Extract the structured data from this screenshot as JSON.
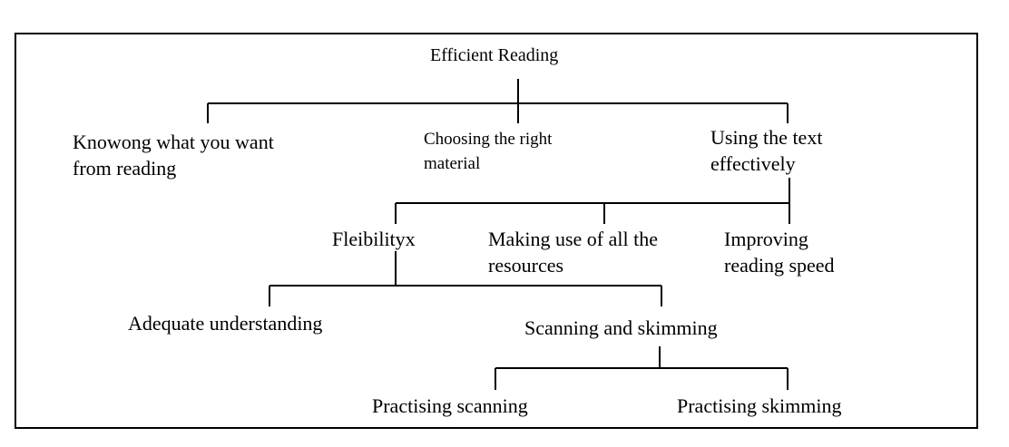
{
  "diagram": {
    "root": {
      "label": "Efficient Reading"
    },
    "level1": {
      "knowing": {
        "lines": [
          "Knowong what you want",
          "from reading"
        ]
      },
      "choosing": {
        "lines": [
          "Choosing the right",
          "material"
        ]
      },
      "using": {
        "lines": [
          "Using the text",
          "effectively"
        ]
      }
    },
    "level2": {
      "flexibility": {
        "lines": [
          "Fleibilityx"
        ]
      },
      "resources": {
        "lines": [
          "Making use of all the",
          "resources"
        ]
      },
      "speed": {
        "lines": [
          "Improving",
          "reading speed"
        ]
      }
    },
    "level3": {
      "understanding": {
        "lines": [
          "Adequate understanding"
        ]
      },
      "scanning_skimming": {
        "lines": [
          "Scanning and skimming"
        ]
      }
    },
    "level4": {
      "scanning": {
        "lines": [
          "Practising scanning"
        ]
      },
      "skimming": {
        "lines": [
          "Practising skimming"
        ]
      }
    }
  }
}
